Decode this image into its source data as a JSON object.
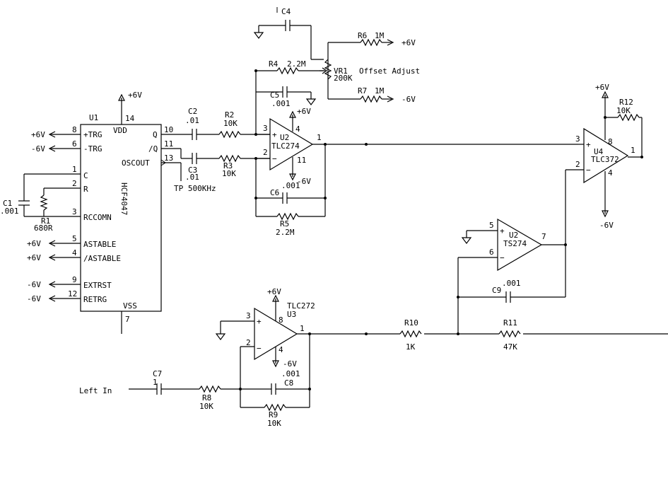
{
  "u1": {
    "ref": "U1",
    "part": "HCF4047",
    "vdd": "VDD",
    "vss": "VSS",
    "pin_vdd": "14",
    "pin_vss": "7",
    "left_pins": [
      {
        "num": "8",
        "label": "+TRG",
        "supply": "+6V"
      },
      {
        "num": "6",
        "label": "-TRG",
        "supply": "-6V"
      },
      {
        "num": "1",
        "label": "C"
      },
      {
        "num": "2",
        "label": "R"
      },
      {
        "num": "3",
        "label": "RCCOMN"
      },
      {
        "num": "5",
        "label": "ASTABLE",
        "supply": "+6V"
      },
      {
        "num": "4",
        "label": "/ASTABLE",
        "supply": "+6V"
      },
      {
        "num": "9",
        "label": "EXTRST",
        "supply": "-6V"
      },
      {
        "num": "12",
        "label": "RETRG",
        "supply": "-6V"
      }
    ],
    "right_pins": [
      {
        "num": "10",
        "label": "Q"
      },
      {
        "num": "11",
        "label": "/Q"
      },
      {
        "num": "13",
        "label": "OSCOUT"
      }
    ],
    "supply_top": "+6V"
  },
  "c1": {
    "ref": "C1",
    "value": ".001"
  },
  "r1": {
    "ref": "R1",
    "value": "680R"
  },
  "test_point": "TP 500KHz",
  "c2": {
    "ref": "C2",
    "value": ".01"
  },
  "c3": {
    "ref": "C3",
    "value": ".01"
  },
  "r2": {
    "ref": "R2",
    "value": "10K"
  },
  "r3": {
    "ref": "R3",
    "value": "10K"
  },
  "c4": {
    "ref": "C4"
  },
  "r4": {
    "ref": "R4",
    "value": "2.2M"
  },
  "c5": {
    "ref": "C5",
    "value": ".001"
  },
  "c6": {
    "ref": "C6",
    "value": ".001"
  },
  "r5": {
    "ref": "R5",
    "value": "2.2M"
  },
  "vr1": {
    "ref": "VR1",
    "value": "200K",
    "label": "Offset Adjust"
  },
  "r6": {
    "ref": "R6",
    "value": "1M",
    "supply": "+6V"
  },
  "r7": {
    "ref": "R7",
    "value": "1M",
    "supply": "-6V"
  },
  "u2a": {
    "ref": "U2",
    "part": "TLC274",
    "pin_noninv": "3",
    "pin_inv": "2",
    "pin_out": "1",
    "pin_vp": "4",
    "pin_vn": "11",
    "supply_pos": "+6V",
    "supply_neg": "-6V"
  },
  "u4": {
    "ref": "U4",
    "part": "TLC372",
    "pin_noninv": "3",
    "pin_inv": "2",
    "pin_out": "1",
    "pin_vp": "8",
    "pin_vn": "4",
    "supply_pos": "+6V",
    "supply_neg": "-6V"
  },
  "r12": {
    "ref": "R12",
    "value": "10K"
  },
  "u2b": {
    "ref": "U2",
    "part": "TS274",
    "pin_noninv": "5",
    "pin_inv": "6",
    "pin_out": "7"
  },
  "c9": {
    "ref": "C9",
    "value": ".001"
  },
  "r10": {
    "ref": "R10",
    "value": "1K"
  },
  "r11": {
    "ref": "R11",
    "value": "47K"
  },
  "u3": {
    "ref": "U3",
    "part": "TLC272",
    "pin_noninv": "3",
    "pin_inv": "2",
    "pin_out": "1",
    "pin_vp": "8",
    "pin_vn": "4",
    "supply_pos": "+6V",
    "supply_neg": "-6V"
  },
  "c8": {
    "ref": "C8",
    "value": ".001"
  },
  "r9": {
    "ref": "R9",
    "value": "10K"
  },
  "r8": {
    "ref": "R8",
    "value": "10K"
  },
  "c7": {
    "ref": "C7",
    "value": "1"
  },
  "input_label": "Left In"
}
